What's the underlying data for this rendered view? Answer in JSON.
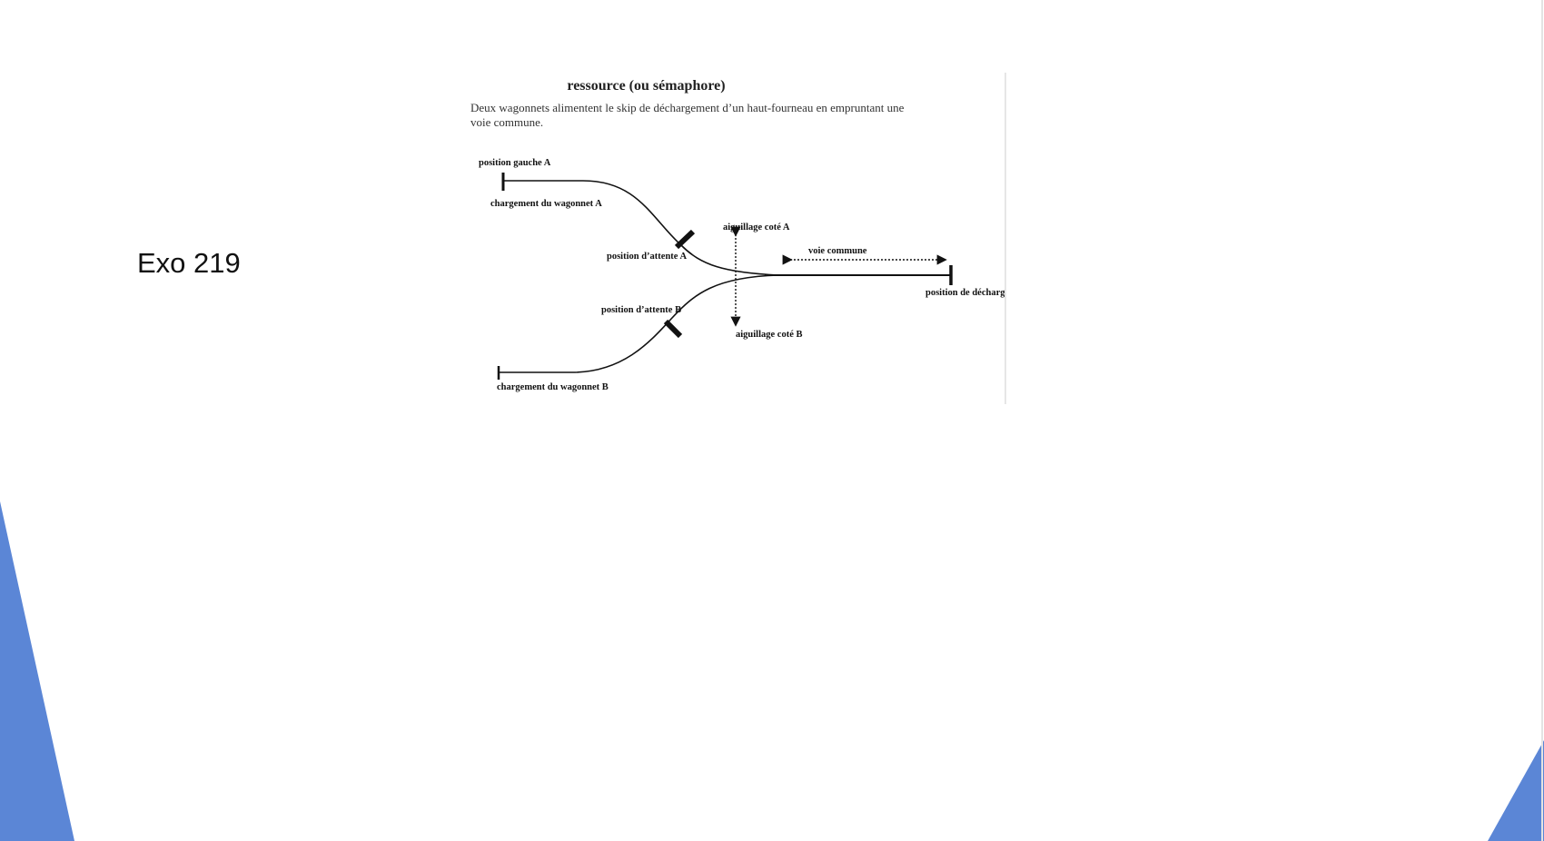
{
  "slide": {
    "title": "Exo 219",
    "accent_color": "#5b86d6"
  },
  "figure": {
    "title": "ressource (ou sémaphore)",
    "description": "Deux wagonnets alimentent le skip de déchargement d’un haut-fourneau en empruntant une voie commune.",
    "labels": {
      "position_gauche_a": "position gauche A",
      "chargement_a": "chargement du wagonnet A",
      "aiguillage_a": "aiguillage coté A",
      "voie_commune": "voie commune",
      "position_attente_a": "position d’attente A",
      "position_dechargement": "position de décharg",
      "position_attente_b": "position d’attente B",
      "aiguillage_b": "aiguillage coté B",
      "chargement_b": "chargement du wagonnet B"
    }
  }
}
